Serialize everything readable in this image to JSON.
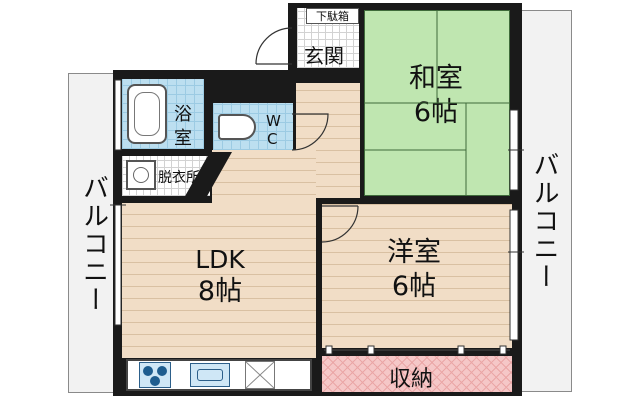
{
  "plan": {
    "balcony_left": "バルコニー",
    "balcony_right": "バルコニー",
    "entrance": "玄関",
    "shoe_box": "下駄箱",
    "bath_top": "浴",
    "bath_bottom": "室",
    "toilet_top": "W",
    "toilet_bottom": "C",
    "dressing": "脱衣所",
    "washitsu_name": "和室",
    "washitsu_size": "6帖",
    "yoshitsu_name": "洋室",
    "yoshitsu_size": "6帖",
    "ldk_name": "LDK",
    "ldk_size": "8帖",
    "storage": "収納"
  },
  "colors": {
    "tatami": "#bfe6b0",
    "wood_floor": "#f1ddc6",
    "bath": "#bcdff0",
    "closet": "#f5c7c7",
    "wall": "#1a1a1a"
  }
}
